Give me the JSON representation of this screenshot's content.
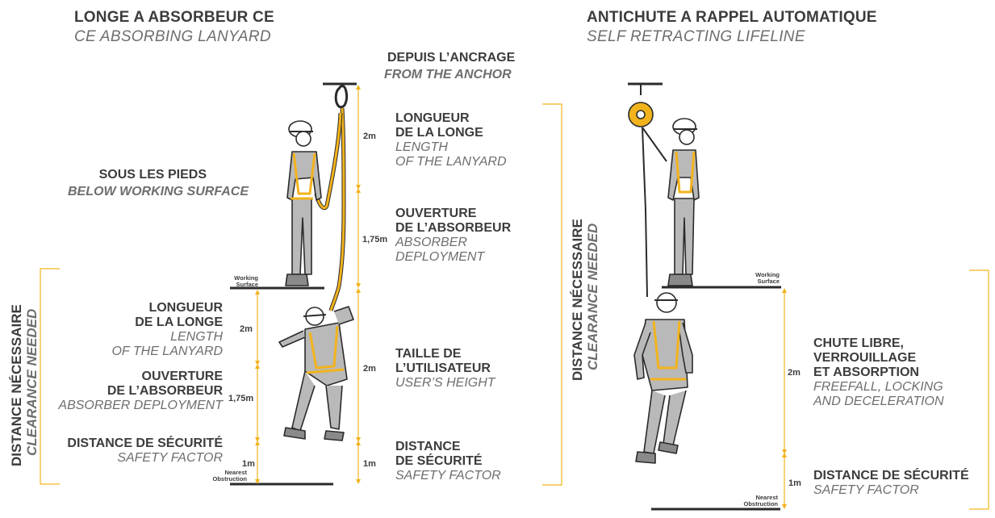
{
  "left_panel": {
    "title_fr": "LONGE A ABSORBEUR CE",
    "title_en": "CE ABSORBING LANYARD",
    "from_anchor_fr": "DEPUIS L’ANCRAGE",
    "from_anchor_en": "FROM THE ANCHOR",
    "below_surface_fr": "SOUS LES PIEDS",
    "below_surface_en": "BELOW WORKING SURFACE",
    "clearance_fr": "DISTANCE NÉCESSAIRE",
    "clearance_en": "CLEARANCE NEEDED",
    "working_surface_1": "Working",
    "working_surface_2": "Surface",
    "nearest_1": "Nearest",
    "nearest_2": "Obstruction",
    "below": {
      "lanyard_fr_1": "LONGUEUR",
      "lanyard_fr_2": "DE LA LONGE",
      "lanyard_en_1": "LENGTH",
      "lanyard_en_2": "OF THE LANYARD",
      "lanyard_m": "2m",
      "absorber_fr_1": "OUVERTURE",
      "absorber_fr_2": "DE L’ABSORBEUR",
      "absorber_en": "ABSORBER DEPLOYMENT",
      "absorber_m": "1,75m",
      "safety_fr": "DISTANCE DE SÉCURITÉ",
      "safety_en": "SAFETY FACTOR",
      "safety_m": "1m"
    },
    "anchor": {
      "lanyard_fr_1": "LONGUEUR",
      "lanyard_fr_2": "DE LA LONGE",
      "lanyard_en_1": "LENGTH",
      "lanyard_en_2": "OF THE LANYARD",
      "lanyard_m": "2m",
      "absorber_fr_1": "OUVERTURE",
      "absorber_fr_2": "DE L’ABSORBEUR",
      "absorber_en_1": "ABSORBER",
      "absorber_en_2": "DEPLOYMENT",
      "absorber_m": "1,75m",
      "height_fr_1": "TAILLE DE",
      "height_fr_2": "L’UTILISATEUR",
      "height_en": "USER’S HEIGHT",
      "height_m": "2m",
      "safety_fr_1": "DISTANCE",
      "safety_fr_2": "DE SÉCURITÉ",
      "safety_en": "SAFETY FACTOR",
      "safety_m": "1m"
    }
  },
  "right_panel": {
    "title_fr": "ANTICHUTE A RAPPEL AUTOMATIQUE",
    "title_en": "SELF RETRACTING LIFELINE",
    "clearance_fr": "DISTANCE NÉCESSAIRE",
    "clearance_en": "CLEARANCE NEEDED",
    "working_surface_1": "Working",
    "working_surface_2": "Surface",
    "nearest_1": "Nearest",
    "nearest_2": "Obstruction",
    "freefall_fr_1": "CHUTE LIBRE,",
    "freefall_fr_2": "VERROUILLAGE",
    "freefall_fr_3": "ET ABSORPTION",
    "freefall_en_1": "FREEFALL, LOCKING",
    "freefall_en_2": "AND DECELERATION",
    "freefall_m": "2m",
    "safety_fr": "DISTANCE DE SÉCURITÉ",
    "safety_en": "SAFETY FACTOR",
    "safety_m": "1m"
  },
  "colors": {
    "accent": "#f2b31c",
    "text_dark": "#3c3c3c",
    "text_italic": "#6e6e6e",
    "figure_grey": "#b9b9b9",
    "outline": "#2b2b2b"
  }
}
